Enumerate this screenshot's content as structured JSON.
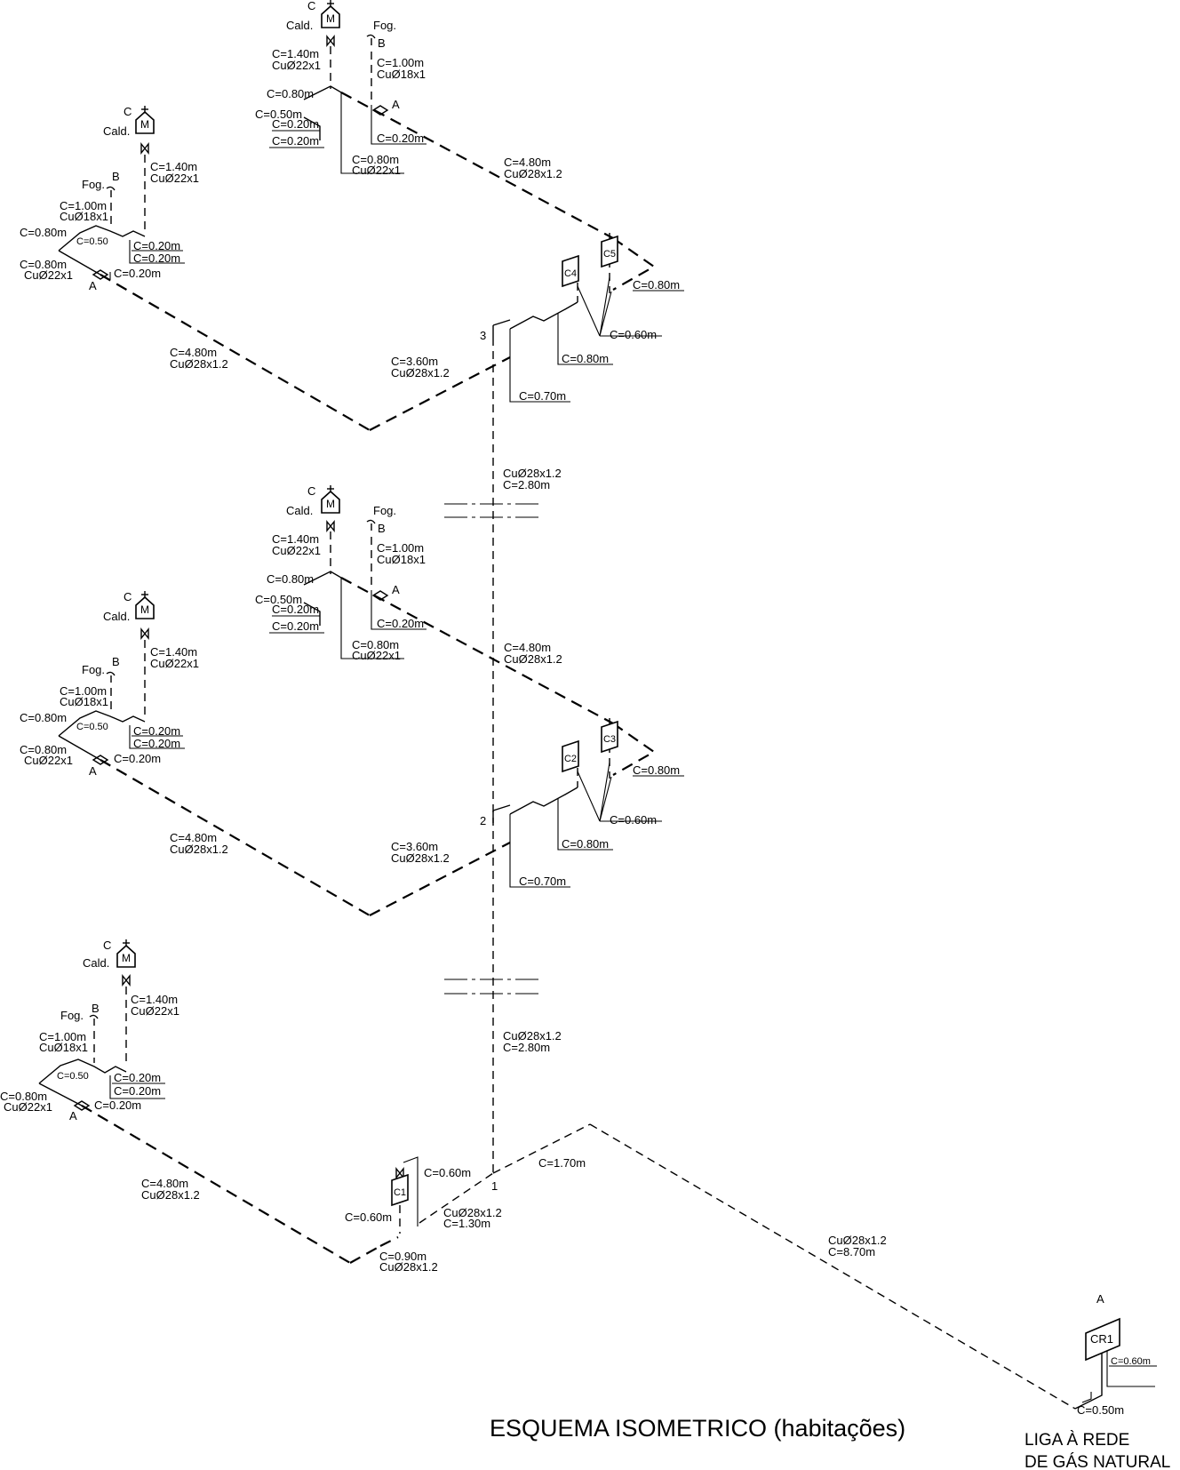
{
  "title": "ESQUEMA ISOMETRICO (habitações)",
  "footer": {
    "line1": "LIGA À REDE",
    "line2": "DE GÁS NATURAL"
  },
  "symbols": {
    "boiler_letter": "M",
    "boiler_tag": "C",
    "boiler_name": "Cald.",
    "stove_tag": "B",
    "stove_name": "Fog.",
    "valve_tag": "A"
  },
  "meters": [
    "C1",
    "C2",
    "C3",
    "C4",
    "C5"
  ],
  "regulator": {
    "label": "CR1",
    "tag": "A"
  },
  "floors": [
    "1",
    "2",
    "3"
  ],
  "dims": {
    "c020": "C=0.20m",
    "c050": "C=0.50m",
    "c050s": "C=0.50",
    "c060": "C=0.60m",
    "c070": "C=0.70m",
    "c080": "C=0.80m",
    "c090": "C=0.90m",
    "c100": "C=1.00m",
    "c130": "C=1.30m",
    "c140": "C=1.40m",
    "c170": "C=1.70m",
    "c280": "C=2.80m",
    "c360": "C=3.60m",
    "c480": "C=4.80m",
    "c870": "C=8.70m"
  },
  "pipes": {
    "d18": "CuØ18x1",
    "d22": "CuØ22x1",
    "d28": "CuØ28x1.2"
  }
}
